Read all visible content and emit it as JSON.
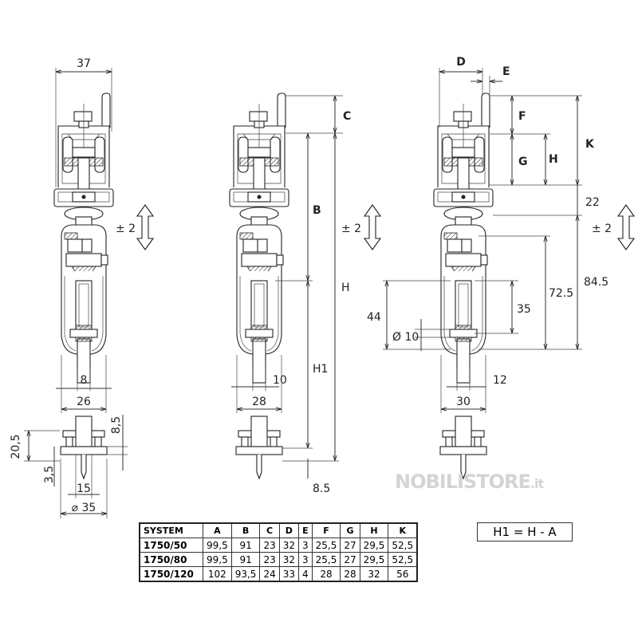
{
  "figure1": {
    "width": "37",
    "travel": "± 2",
    "rod": "8",
    "body_width": "26",
    "foot_height": "20,5",
    "foot_offset": "8,5",
    "pin": "3,5",
    "stem": "15",
    "base_diameter": "⌀ 35"
  },
  "figure2": {
    "C": "C",
    "B": "B",
    "travel": "± 2",
    "H": "H",
    "H1": "H1",
    "rod": "10",
    "body_width": "28",
    "bottom": "8.5"
  },
  "figure3": {
    "D": "D",
    "E": "E",
    "F": "F",
    "G": "G",
    "H": "H",
    "K": "K",
    "gap": "22",
    "travel": "± 2",
    "d1": "72.5",
    "d2": "84.5",
    "d3": "44",
    "d4": "35",
    "hole": "Ø 10",
    "rod": "12",
    "body_width": "30"
  },
  "watermark": {
    "main": "NOBILISTORE",
    "suffix": ".it"
  },
  "table": {
    "headers": [
      "SYSTEM",
      "A",
      "B",
      "C",
      "D",
      "E",
      "F",
      "G",
      "H",
      "K"
    ],
    "rows": [
      [
        "1750/50",
        "99,5",
        "91",
        "23",
        "32",
        "3",
        "25,5",
        "27",
        "29,5",
        "52,5"
      ],
      [
        "1750/80",
        "99,5",
        "91",
        "23",
        "32",
        "3",
        "25,5",
        "27",
        "29,5",
        "52,5"
      ],
      [
        "1750/120",
        "102",
        "93,5",
        "24",
        "33",
        "4",
        "28",
        "28",
        "32",
        "56"
      ]
    ]
  },
  "formula": "H1  = H - A"
}
